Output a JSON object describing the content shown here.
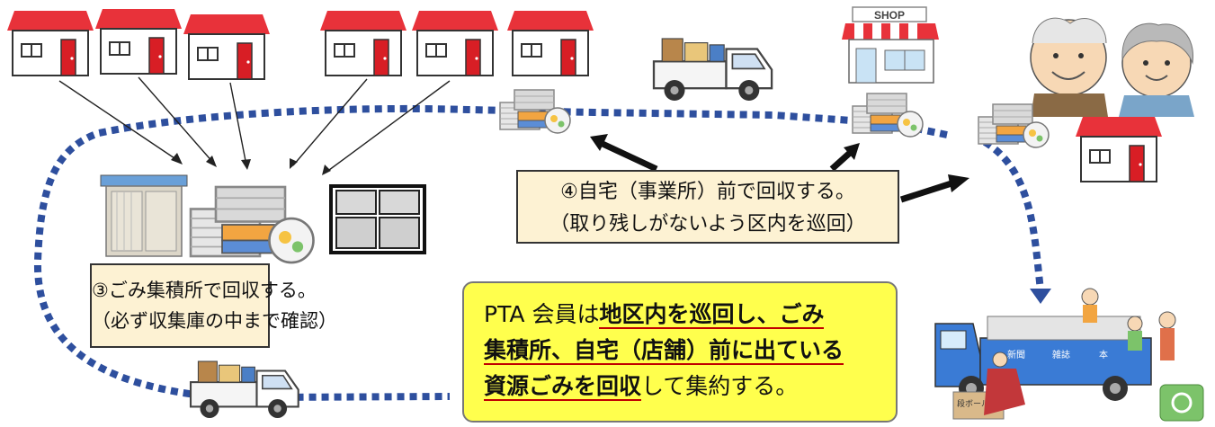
{
  "shop_sign": "SHOP",
  "truck_side_labels": [
    "新聞",
    "雑誌",
    "本"
  ],
  "cardboard_label": "段ボール",
  "callout_3": {
    "line1": "③ごみ集積所で回収する。",
    "line2": "（必ず収集庫の中まで確認）"
  },
  "callout_4": {
    "line1": "④自宅（事業所）前で回収する。",
    "line2": "（取り残しがないよう区内を巡回）"
  },
  "pta_note": {
    "l1_a": "PTA 会員は",
    "l1_b": "地区内を巡回し、ごみ",
    "l2_a": "集積所、自宅（店舗）前に出ている",
    "l3_a": "資源ごみを回収",
    "l3_b": "して集約する。"
  },
  "colors": {
    "route_line": "#2e4f9e",
    "house_roof": "#e8323a",
    "house_door": "#d81e25",
    "callout_bg": "#fdf2d3",
    "pta_bg": "#ffff4d",
    "pta_underline": "#c00000",
    "truck_blue": "#3a7bd5"
  },
  "icons": [
    "house-icon",
    "shop-icon",
    "elderly-couple-icon",
    "recycling-bundle-icon",
    "mini-truck-icon",
    "storage-shed-icon",
    "wire-cage-icon",
    "collection-truck-icon"
  ]
}
